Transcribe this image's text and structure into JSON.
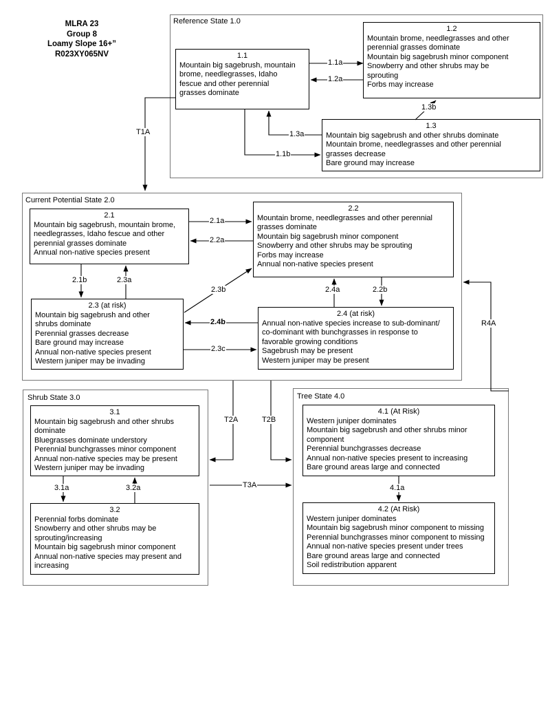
{
  "header": {
    "lines": [
      "MLRA 23",
      "Group 8",
      "Loamy Slope 16+”",
      "R023XY065NV"
    ]
  },
  "states": [
    {
      "id": "state-1",
      "label": "Reference State 1.0"
    },
    {
      "id": "state-2",
      "label": "Current Potential State 2.0"
    },
    {
      "id": "state-3",
      "label": "Shrub State 3.0"
    },
    {
      "id": "state-4",
      "label": "Tree State 4.0"
    }
  ],
  "phases": [
    {
      "id": "phase-1-1",
      "number": "1.1",
      "lines": [
        "Mountain big sagebrush, mountain",
        "brome, needlegrasses, Idaho",
        "fescue and other perennial",
        "grasses dominate"
      ]
    },
    {
      "id": "phase-1-2",
      "number": "1.2",
      "lines": [
        "Mountain brome, needlegrasses and other",
        "perennial grasses dominate",
        "Mountain big sagebrush minor component",
        "Snowberry and other shrubs may be",
        "sprouting",
        "Forbs may increase"
      ]
    },
    {
      "id": "phase-1-3",
      "number": "1.3",
      "lines": [
        "Mountain big sagebrush and other shrubs dominate",
        "Mountain brome, needlegrasses and other perennial",
        "grasses decrease",
        "Bare ground may increase"
      ]
    },
    {
      "id": "phase-2-1",
      "number": "2.1",
      "lines": [
        "Mountain big sagebrush, mountain brome,",
        "needlegrasses, Idaho fescue and other",
        "perennial grasses dominate",
        "Annual non-native species present"
      ]
    },
    {
      "id": "phase-2-2",
      "number": "2.2",
      "lines": [
        "Mountain brome, needlegrasses and other perennial",
        "grasses dominate",
        "Mountain big sagebrush minor component",
        "Snowberry and other shrubs may be sprouting",
        "Forbs may increase",
        "Annual non-native species present"
      ]
    },
    {
      "id": "phase-2-3",
      "number": "2.3 (at risk)",
      "lines": [
        "Mountain big sagebrush and other",
        "shrubs dominate",
        "Perennial grasses decrease",
        "Bare ground may increase",
        "Annual non-native species present",
        "Western juniper may be invading"
      ]
    },
    {
      "id": "phase-2-4",
      "number": "2.4 (at risk)",
      "lines": [
        "Annual non-native species increase to sub-dominant/",
        "co-dominant with bunchgrasses in response to",
        "favorable growing conditions",
        "Sagebrush may be present",
        "Western juniper may be present"
      ]
    },
    {
      "id": "phase-3-1",
      "number": "3.1",
      "lines": [
        "Mountain big sagebrush and other shrubs",
        "dominate",
        "Bluegrasses dominate understory",
        "Perennial bunchgrasses minor component",
        "Annual non-native species may be present",
        "Western juniper may be invading"
      ]
    },
    {
      "id": "phase-3-2",
      "number": "3.2",
      "lines": [
        "Perennial forbs dominate",
        "Snowberry and other shrubs may be",
        "sprouting/increasing",
        "Mountain big sagebrush minor component",
        "Annual non-native species may present and",
        "increasing"
      ]
    },
    {
      "id": "phase-4-1",
      "number": "4.1 (At Risk)",
      "lines": [
        "Western juniper dominates",
        "Mountain big sagebrush and other shrubs minor",
        "component",
        "Perennial bunchgrasses decrease",
        "Annual non-native species present to increasing",
        "Bare ground areas large and connected"
      ]
    },
    {
      "id": "phase-4-2",
      "number": "4.2 (At Risk)",
      "lines": [
        "Western juniper dominates",
        "Mountain big sagebrush minor component to missing",
        "Perennial bunchgrasses minor component to missing",
        "Annual non-native species present under trees",
        "Bare ground areas large and connected",
        "Soil redistribution apparent"
      ]
    }
  ],
  "transitions": [
    {
      "id": "t-1-1a",
      "label": "1.1a"
    },
    {
      "id": "t-1-2a",
      "label": "1.2a"
    },
    {
      "id": "t-1-3b",
      "label": "1.3b"
    },
    {
      "id": "t-1-3a",
      "label": "1.3a"
    },
    {
      "id": "t-1-1b",
      "label": "1.1b"
    },
    {
      "id": "t-t1a",
      "label": "T1A"
    },
    {
      "id": "t-2-1a",
      "label": "2.1a"
    },
    {
      "id": "t-2-2a",
      "label": "2.2a"
    },
    {
      "id": "t-2-1b",
      "label": "2.1b"
    },
    {
      "id": "t-2-3a",
      "label": "2.3a"
    },
    {
      "id": "t-2-3b",
      "label": "2.3b"
    },
    {
      "id": "t-2-4a",
      "label": "2.4a"
    },
    {
      "id": "t-2-2b",
      "label": "2.2b"
    },
    {
      "id": "t-2-4b",
      "label": "2.4b"
    },
    {
      "id": "t-2-3c",
      "label": "2.3c"
    },
    {
      "id": "t-3-1a",
      "label": "3.1a"
    },
    {
      "id": "t-3-2a",
      "label": "3.2a"
    },
    {
      "id": "t-4-1a",
      "label": "4.1a"
    },
    {
      "id": "t-t2a",
      "label": "T2A"
    },
    {
      "id": "t-t2b",
      "label": "T2B"
    },
    {
      "id": "t-t3a",
      "label": "T3A"
    },
    {
      "id": "t-r4a",
      "label": "R4A"
    }
  ],
  "colors": {
    "line": "#000000",
    "container_border": "#777777",
    "background": "#ffffff"
  }
}
